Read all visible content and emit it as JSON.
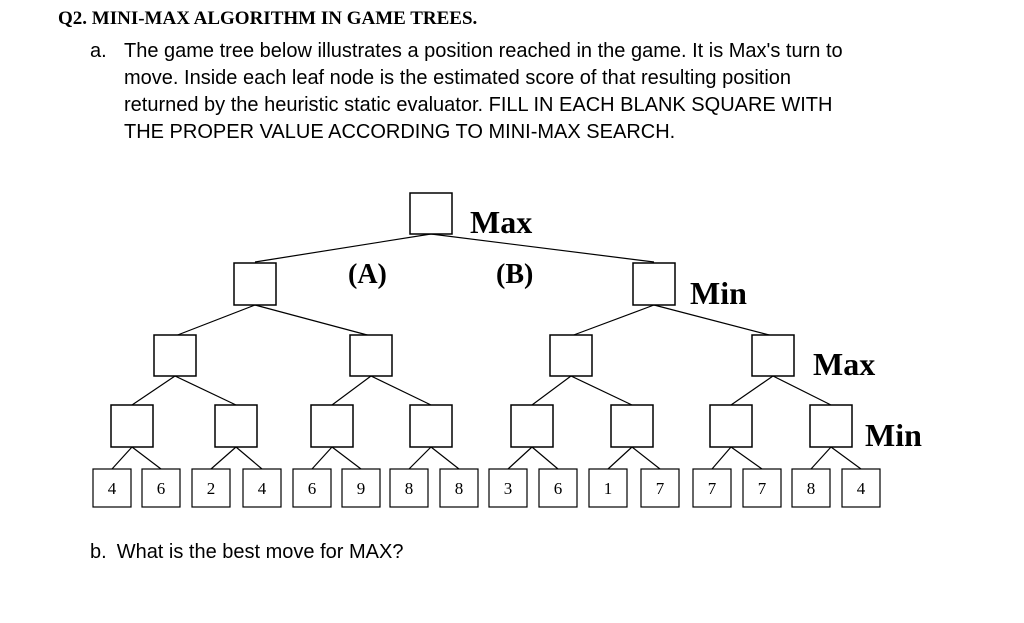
{
  "question": {
    "title": "Q2. MINI-MAX ALGORITHM IN GAME TREES.",
    "part_a": {
      "label": "a.",
      "lines": [
        "The game tree below illustrates a position reached in the game. It is Max's turn to",
        "move. Inside each leaf node is the estimated score of that resulting position",
        "returned by the heuristic static evaluator. FILL IN EACH BLANK SQUARE WITH",
        "THE PROPER VALUE ACCORDING TO MINI-MAX SEARCH."
      ]
    },
    "part_b": {
      "label": "b.",
      "text": "What is the best move for MAX?"
    }
  },
  "tree": {
    "levels": {
      "root": "Max",
      "level1": "Min",
      "level2": "Max",
      "level3": "Min"
    },
    "moves": {
      "left": "(A)",
      "right": "(B)"
    },
    "leaves": [
      "4",
      "6",
      "2",
      "4",
      "6",
      "9",
      "8",
      "8",
      "3",
      "6",
      "1",
      "7",
      "7",
      "7",
      "8",
      "4"
    ]
  }
}
